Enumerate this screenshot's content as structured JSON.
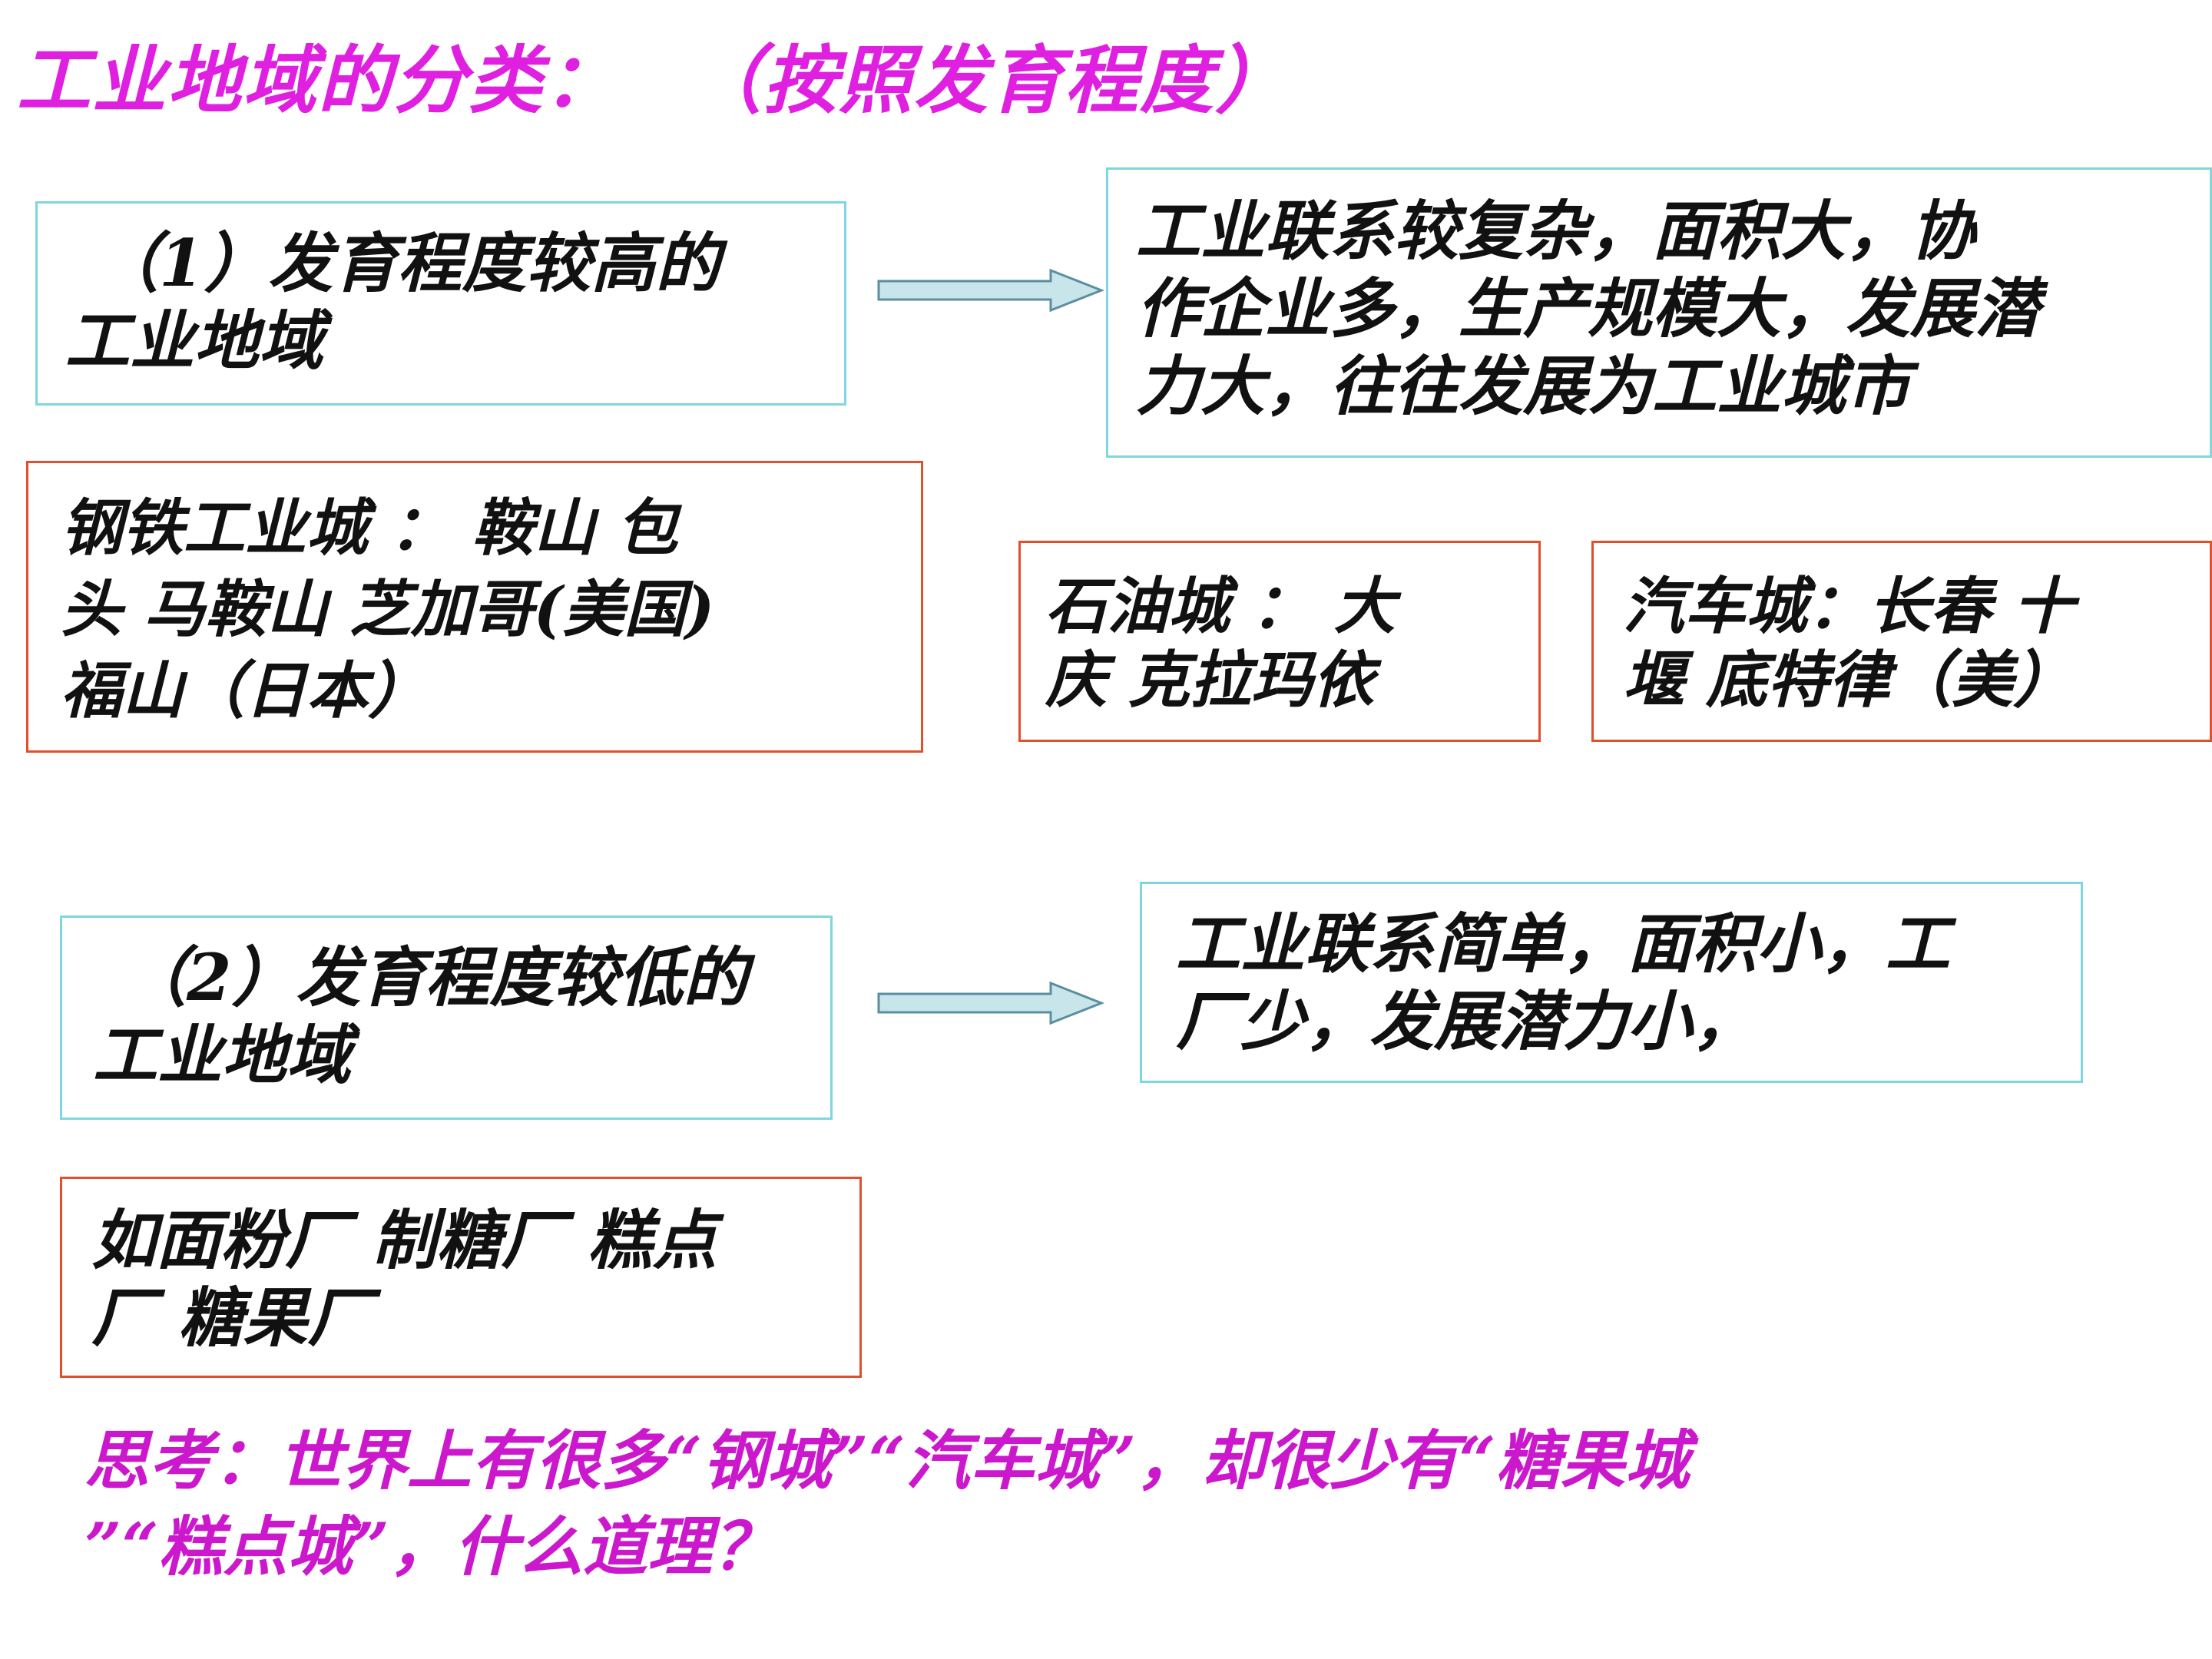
{
  "title": {
    "main": "工业地域的分类：",
    "sub": "（按照发育程度）"
  },
  "section1": {
    "category_lines": [
      "（1）发育程度较高的",
      "工业地域"
    ],
    "features_lines": [
      "工业联系较复杂，面积大，协",
      "作企业多，生产规模大，发展潜",
      "力大，往往发展为工业城市"
    ],
    "examples": {
      "steel_lines": [
        "钢铁工业城 ：  鞍山    包",
        "头   马鞍山  芝加哥(美国)",
        "福山（日本）"
      ],
      "oil_lines": [
        "石油城 ： 大",
        "庆   克拉玛依"
      ],
      "auto_lines": [
        "汽车城：长春  十",
        "堰   底特律（美）"
      ]
    }
  },
  "section2": {
    "category_lines": [
      "（2）发育程度较低的",
      "工业地域"
    ],
    "features_lines": [
      "工业联系简单，面积小，工",
      "厂少，发展潜力小，"
    ],
    "examples_lines": [
      "如面粉厂  制糖厂  糕点",
      "厂  糖果厂"
    ]
  },
  "think_lines": [
    "思考：世界上有很多“钢城”“汽车城”，却很少有“糖果城",
    "”“糕点城”，什么道理？"
  ],
  "colors": {
    "title": "#e020e0",
    "think": "#cc18cc",
    "cyan_border": "#7ed6e0",
    "red_border": "#e0502a",
    "arrow_fill": "#c8e6ea"
  }
}
